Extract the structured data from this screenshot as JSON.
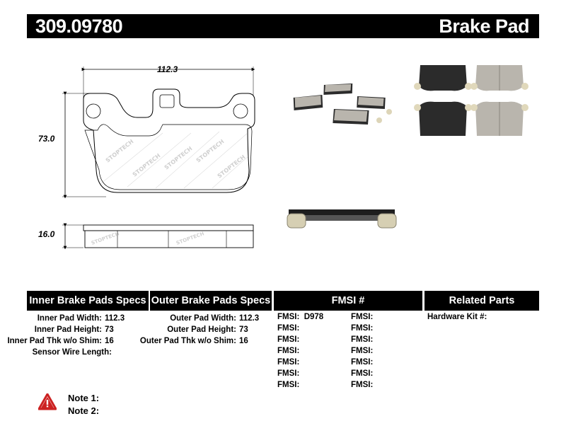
{
  "header": {
    "part_number": "309.09780",
    "product_type": "Brake Pad"
  },
  "drawing": {
    "width_label": "112.3",
    "height_label": "73.0",
    "thickness_label": "16.0",
    "brand_watermark": "STOPTECH"
  },
  "inner_specs": {
    "title": "Inner Brake Pads Specs",
    "rows": [
      {
        "label": "Inner Pad Width:",
        "value": "112.3"
      },
      {
        "label": "Inner Pad Height:",
        "value": "73"
      },
      {
        "label": "Inner Pad Thk w/o Shim:",
        "value": "16"
      },
      {
        "label": "Sensor Wire Length:",
        "value": ""
      }
    ]
  },
  "outer_specs": {
    "title": "Outer Brake Pads Specs",
    "rows": [
      {
        "label": "Outer Pad Width:",
        "value": "112.3"
      },
      {
        "label": "Outer Pad Height:",
        "value": "73"
      },
      {
        "label": "Outer Pad Thk w/o Shim:",
        "value": "16"
      }
    ]
  },
  "fmsi": {
    "title": "FMSI #",
    "left": [
      "FMSI:  D978",
      "FMSI:",
      "FMSI:",
      "FMSI:",
      "FMSI:",
      "FMSI:",
      "FMSI:"
    ],
    "right": [
      "FMSI:",
      "FMSI:",
      "FMSI:",
      "FMSI:",
      "FMSI:",
      "FMSI:",
      "FMSI:"
    ]
  },
  "related": {
    "title": "Related Parts",
    "rows": [
      "Hardware Kit #:"
    ]
  },
  "notes": {
    "icon": "warning-icon",
    "note1": "Note 1:",
    "note2": "Note 2:"
  },
  "colors": {
    "bar": "#000000",
    "warning_red": "#cc2222",
    "friction": "#b9b5ad",
    "backing": "#2b2b2b"
  }
}
